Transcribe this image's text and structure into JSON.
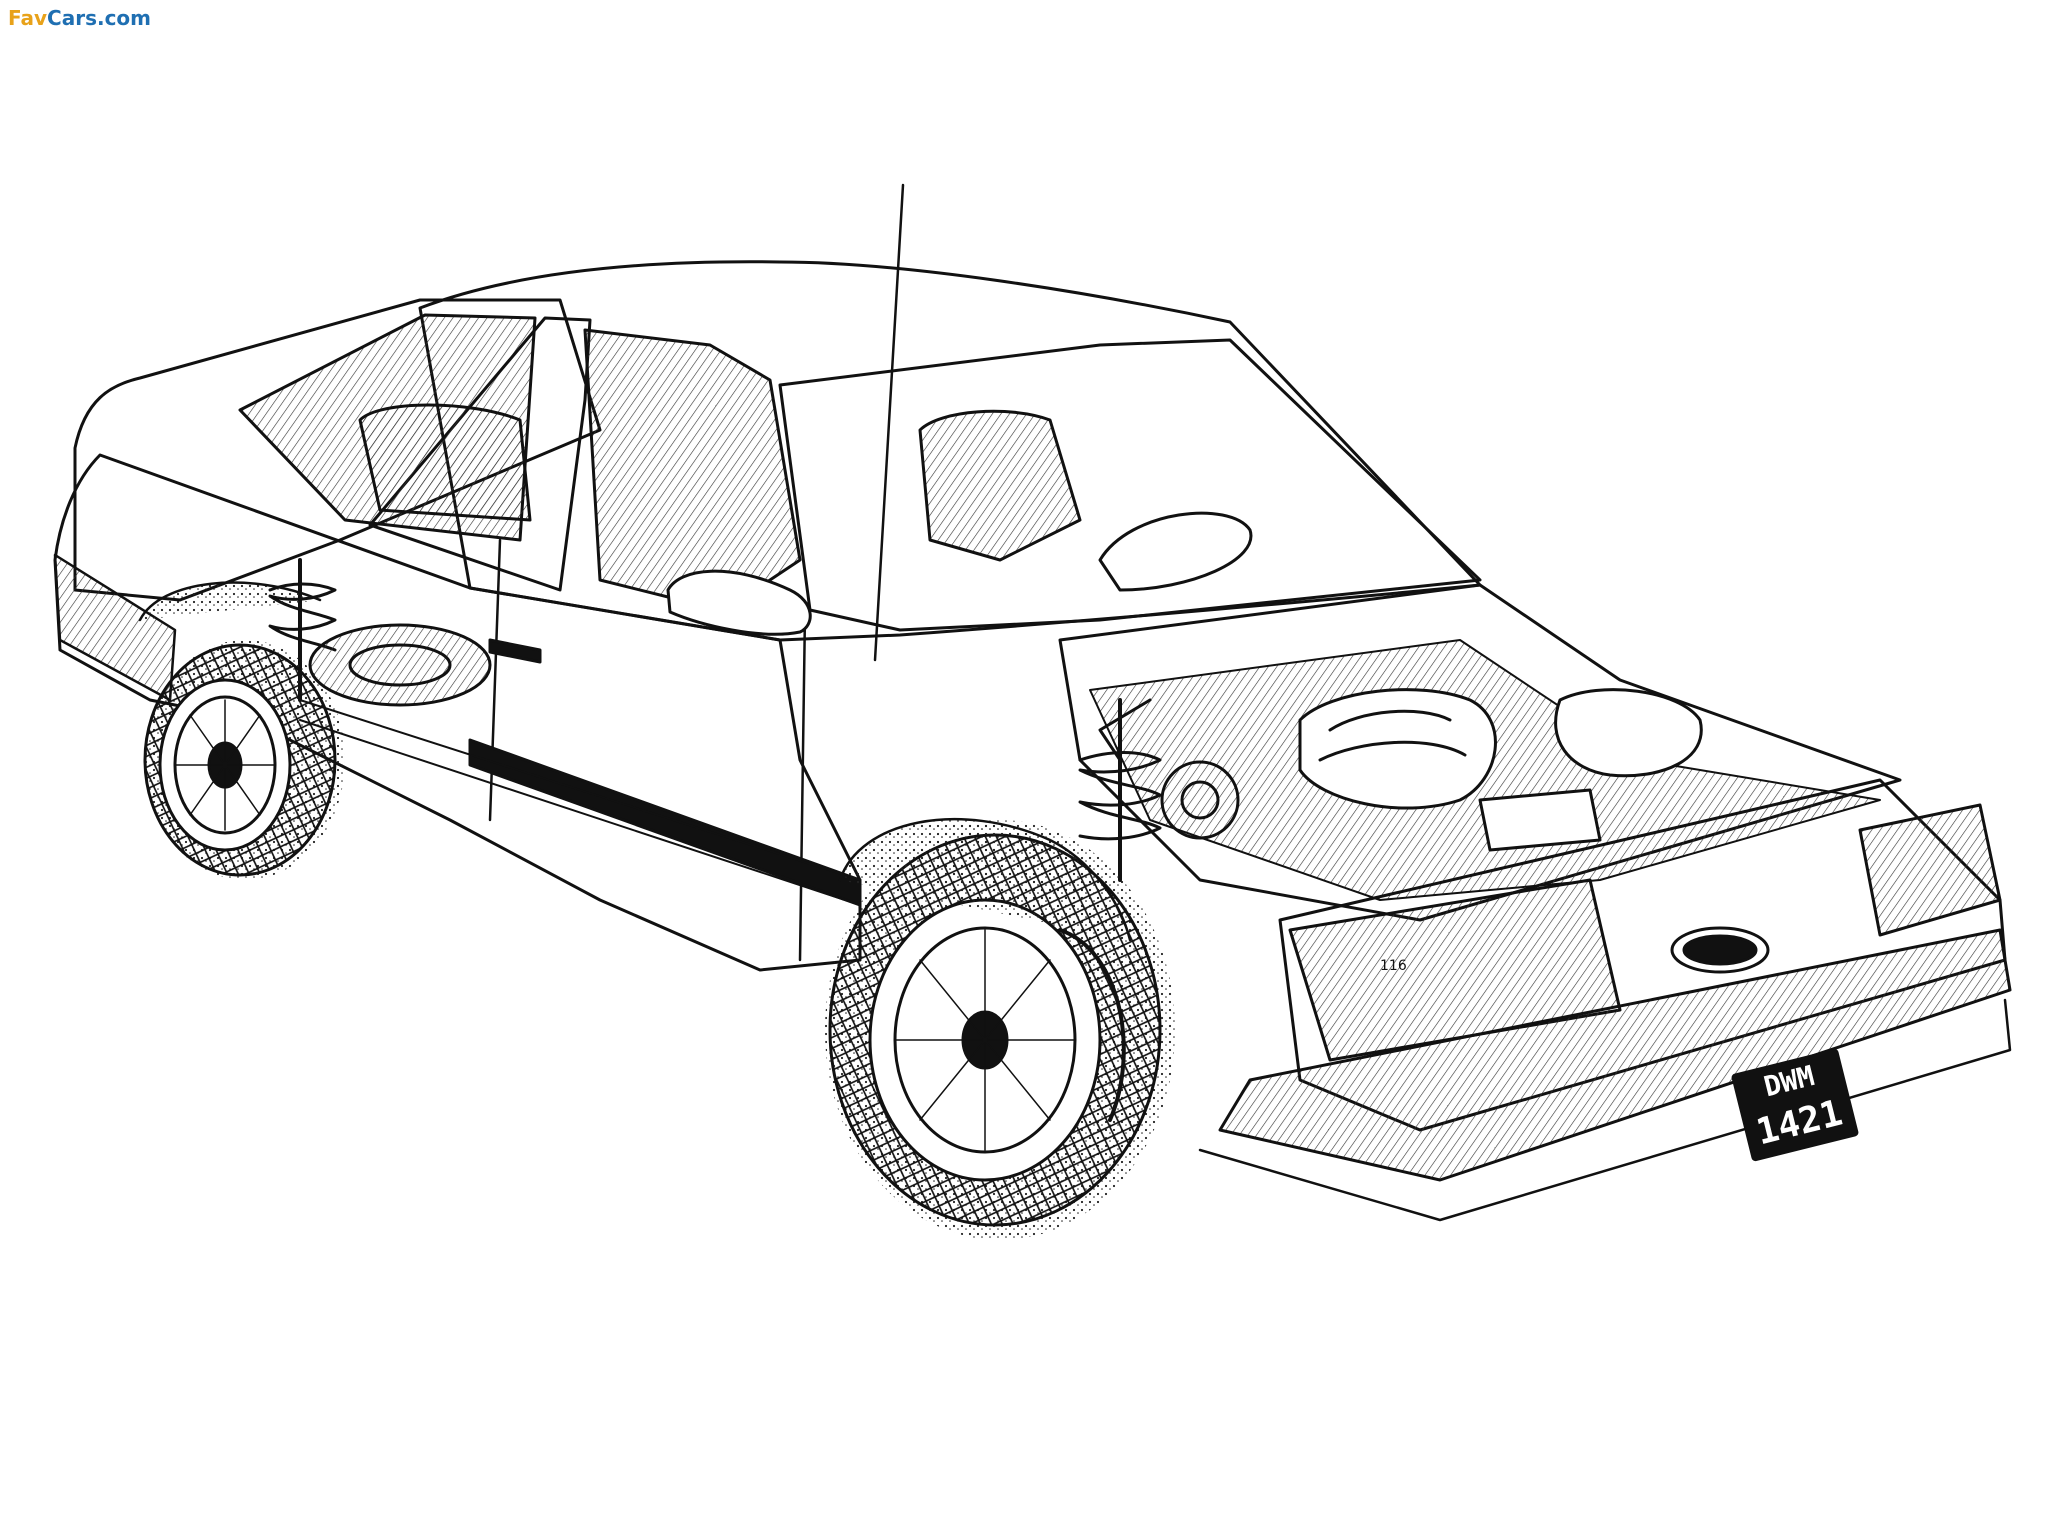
{
  "watermark": {
    "brand_part1": "Fav",
    "brand_part2": "Cars.com",
    "color_primary": "#e8a21a",
    "color_secondary": "#1f6fb2"
  },
  "illustration": {
    "subject": "cutaway technical drawing of a four-door sedan",
    "style": "black ink line art",
    "license_plate": {
      "line1": "DWM",
      "line2": "1421"
    },
    "front_light_label": "116"
  }
}
